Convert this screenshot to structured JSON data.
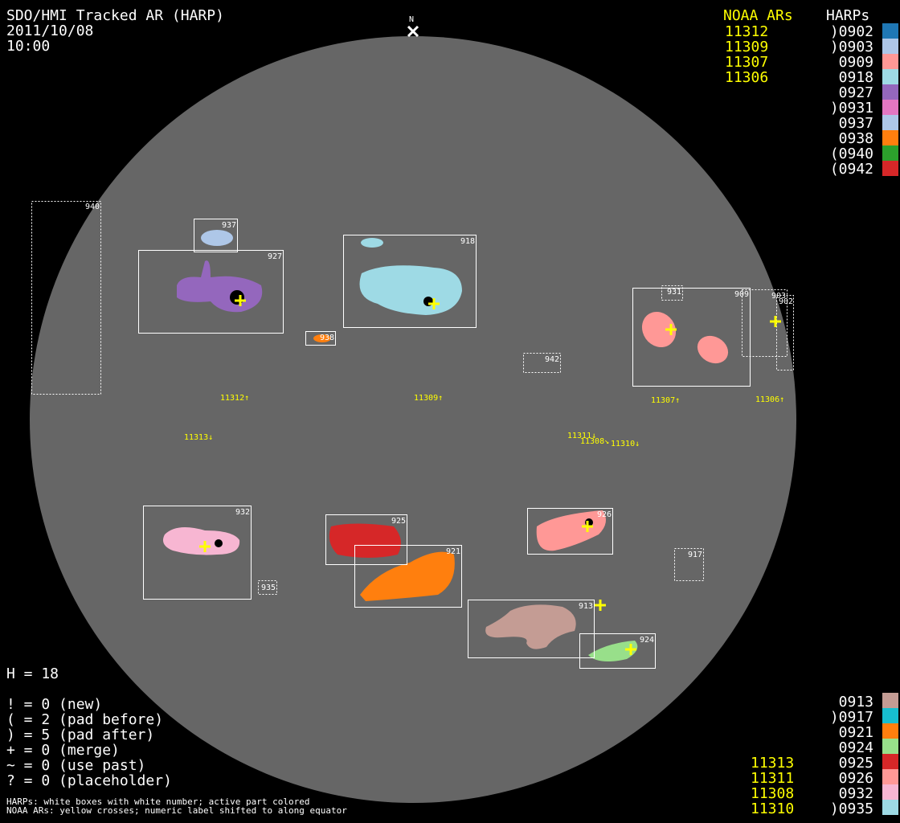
{
  "header": {
    "title": "SDO/HMI Tracked AR (HARP)",
    "date": "2011/10/08",
    "time": "10:00",
    "north_label": "N"
  },
  "legend_top": {
    "noaa_heading": "NOAA ARs",
    "harp_heading": "HARPs",
    "noaa": [
      "11312",
      "11309",
      "11307",
      "11306"
    ],
    "harps": [
      {
        "label": ")0902",
        "color": "#1f77b4"
      },
      {
        "label": ")0903",
        "color": "#aec7e8"
      },
      {
        "label": "0909",
        "color": "#ff9896"
      },
      {
        "label": "0918",
        "color": "#9edae5"
      },
      {
        "label": "0927",
        "color": "#9467bd"
      },
      {
        "label": ")0931",
        "color": "#e377c2"
      },
      {
        "label": "0937",
        "color": "#aec7e8"
      },
      {
        "label": "0938",
        "color": "#ff7f0e"
      },
      {
        "label": "(0940",
        "color": "#2ca02c"
      },
      {
        "label": "(0942",
        "color": "#d62728"
      }
    ]
  },
  "legend_bottom": {
    "noaa": [
      "11313",
      "11311",
      "11308",
      "11310"
    ],
    "harps": [
      {
        "label": "0913",
        "color": "#c49c94"
      },
      {
        "label": ")0917",
        "color": "#17becf"
      },
      {
        "label": "0921",
        "color": "#ff7f0e"
      },
      {
        "label": "0924",
        "color": "#98df8a"
      },
      {
        "label": "0925",
        "color": "#d62728"
      },
      {
        "label": "0926",
        "color": "#ff9896"
      },
      {
        "label": "0932",
        "color": "#f7b6d2"
      },
      {
        "label": ")0935",
        "color": "#9edae5"
      }
    ]
  },
  "stats": {
    "h": "H = 18",
    "lines": [
      "! = 0 (new)",
      "( = 2 (pad before)",
      ") = 5 (pad after)",
      "+ = 0 (merge)",
      "~ = 0 (use past)",
      "? = 0 (placeholder)"
    ]
  },
  "footnote": [
    "HARPs: white boxes with white number; active part colored",
    "NOAA ARs: yellow crosses; numeric label shifted to along equator"
  ],
  "harp_boxes": [
    "940",
    "937",
    "927",
    "918",
    "938",
    "942",
    "931",
    "909",
    "903",
    "902",
    "932",
    "935",
    "925",
    "921",
    "926",
    "917",
    "913",
    "924"
  ],
  "noaa_labels": [
    "11312↑",
    "11309↑",
    "11307↑",
    "11306↑",
    "11313↓",
    "11311↓",
    "11308↘",
    "11310↓"
  ]
}
